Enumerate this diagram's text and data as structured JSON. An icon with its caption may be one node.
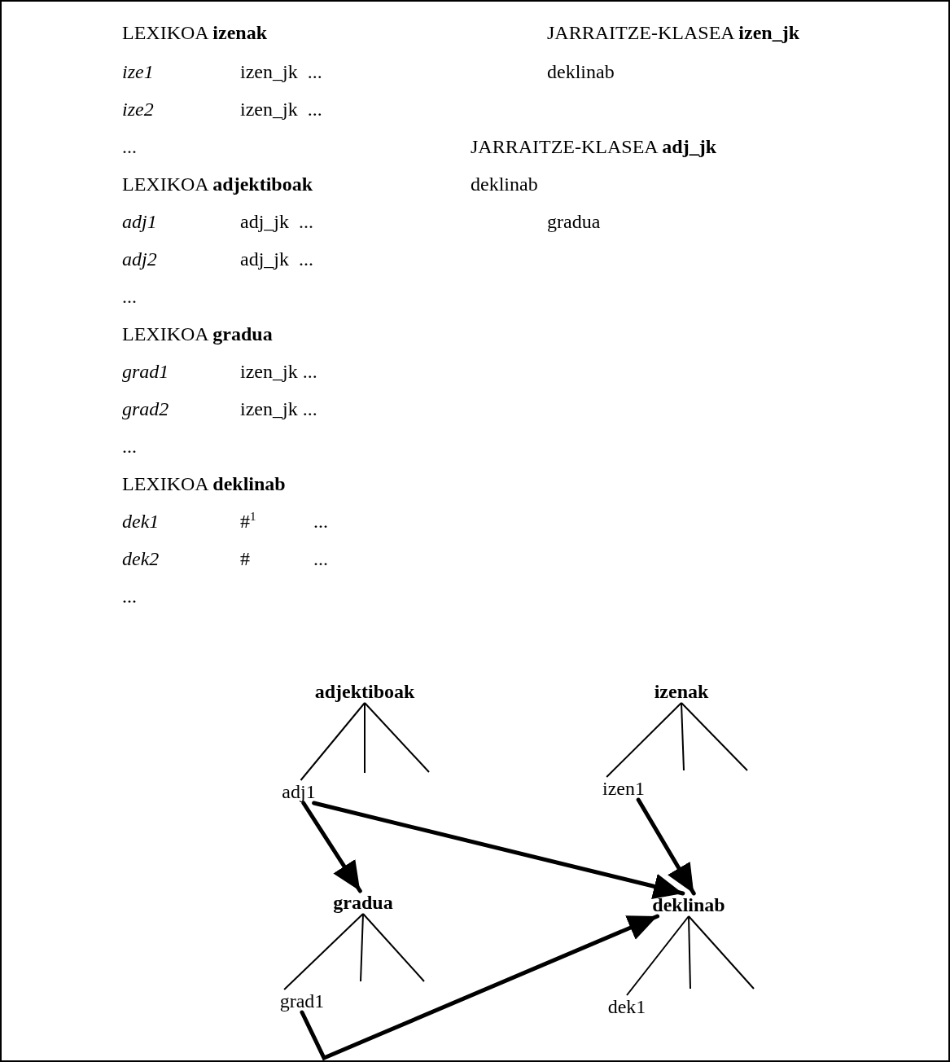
{
  "diagram": {
    "nodes": [
      {
        "text": [
          "adjektiboak"
        ]
      },
      {
        "text": [
          "izenak"
        ]
      },
      {
        "text": [
          "adj1"
        ]
      },
      {
        "text": [
          "izen1"
        ]
      },
      {
        "text": [
          "gradua"
        ]
      },
      {
        "text": [
          "deklinab"
        ]
      },
      {
        "text": [
          "grad1"
        ]
      },
      {
        "text": [
          "dek1"
        ]
      }
    ],
    "edges": [
      {
        "from": 0,
        "to": 2,
        "arrow": "none"
      },
      {
        "from": 0,
        "to": null,
        "arrow": "none"
      },
      {
        "from": 0,
        "to": null,
        "arrow": "none"
      },
      {
        "from": 1,
        "to": 3,
        "arrow": "none"
      },
      {
        "from": 1,
        "to": null,
        "arrow": "none"
      },
      {
        "from": 1,
        "to": null,
        "arrow": "none"
      },
      {
        "from": 4,
        "to": 6,
        "arrow": "none"
      },
      {
        "from": 4,
        "to": null,
        "arrow": "none"
      },
      {
        "from": 4,
        "to": null,
        "arrow": "none"
      },
      {
        "from": 5,
        "to": 7,
        "arrow": "none"
      },
      {
        "from": 5,
        "to": null,
        "arrow": "none"
      },
      {
        "from": 5,
        "to": null,
        "arrow": "none"
      },
      {
        "from": 2,
        "to": 4,
        "arrow": "to",
        "style": "thick"
      },
      {
        "from": 2,
        "to": 5,
        "arrow": "to",
        "style": "thick"
      },
      {
        "from": 3,
        "to": 5,
        "arrow": "to",
        "style": "thick"
      },
      {
        "from": 6,
        "to": 5,
        "arrow": "to",
        "style": "thick"
      }
    ],
    "labels": [
      "LEXIKOA **izenak**",
      "JARRAITZE-KLASEA **izen_jk**",
      "ize1",
      "izen_jk  ...",
      "deklinab",
      "ize2",
      "izen_jk  ...",
      "...",
      "JARRAITZE-KLASEA **adj_jk**",
      "LEXIKOA **adjektiboak**",
      "deklinab",
      "adj1",
      "adj_jk  ...",
      "gradua",
      "adj2",
      "adj_jk  ...",
      "...",
      "LEXIKOA **gradua**",
      "grad1",
      "izen_jk ...",
      "grad2",
      "izen_jk ...",
      "...",
      "LEXIKOA **deklinab**",
      "dek1",
      "#$^{1}$",
      "...",
      "dek2",
      "#",
      "...",
      "..."
    ]
  }
}
